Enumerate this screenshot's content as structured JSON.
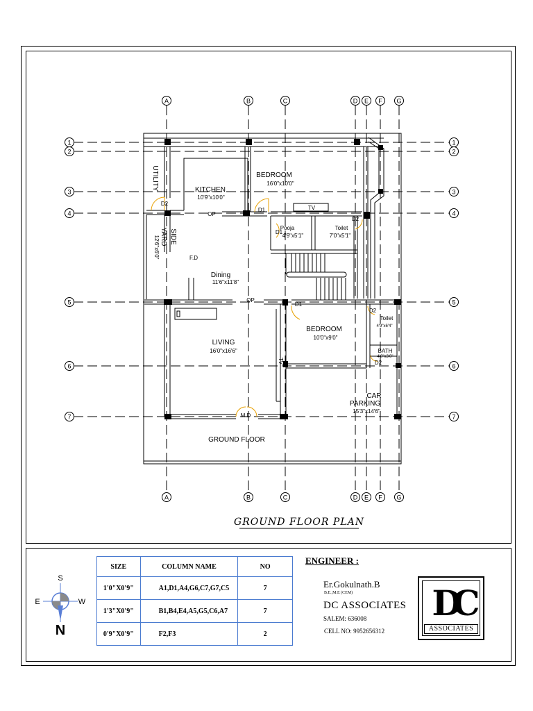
{
  "grid": {
    "columns": [
      "A",
      "B",
      "C",
      "D",
      "E",
      "F",
      "G"
    ],
    "rows": [
      "1",
      "2",
      "3",
      "4",
      "5",
      "6",
      "7"
    ]
  },
  "rooms": {
    "utility": "UTILITY",
    "kitchen": {
      "name": "KITCHEN",
      "size": "10'9\"x10'0\""
    },
    "bedroom1": {
      "name": "BEDROOM",
      "size": "16'0\"x10'0\""
    },
    "tv1": "TV",
    "pooja": {
      "name": "Pooja",
      "size": "4'9\"x5'1\""
    },
    "toilet1": {
      "name": "Toilet",
      "size": "7'0\"x5'1\""
    },
    "side_yard": {
      "name1": "SIDE",
      "name2": "YARD",
      "size": "12'6\"x6'0\""
    },
    "fd": "F.D",
    "dining": {
      "name": "Dining",
      "size": "11'6\"x11'8\""
    },
    "op1": "OP",
    "op2": "OP",
    "living": {
      "name": "LIVING",
      "size": "16'0\"x16'6\""
    },
    "bedroom2": {
      "name": "BEDROOM",
      "size": "10'0\"x9'0\""
    },
    "tv2": "TV",
    "toilet2": {
      "name": "Toilet",
      "size": "4'9\"x6'4\""
    },
    "bath": {
      "name": "BATH",
      "size": "4'0\"x3'0\""
    },
    "car_parking": {
      "name1": "CAR",
      "name2": "PARKING",
      "size": "15'3\"x14'6\""
    },
    "ground_floor": "GROUND FLOOR"
  },
  "doors": {
    "d1": "D1",
    "d2": "D2",
    "md": "M.D"
  },
  "plan_title": "GROUND FLOOR PLAN",
  "column_table": {
    "headers": [
      "SIZE",
      "COLUMN NAME",
      "NO"
    ],
    "rows": [
      {
        "size": "1'0\"X0'9\"",
        "names": "A1,D1,A4,G6,C7,G7,C5",
        "no": "7"
      },
      {
        "size": "1'3\"X0'9\"",
        "names": "B1,B4,E4,A5,G5,C6,A7",
        "no": "7"
      },
      {
        "size": "0'9\"X0'9\"",
        "names": "F2,F3",
        "no": "2"
      }
    ]
  },
  "compass": {
    "north": "N",
    "south": "S",
    "east": "E",
    "west": "W"
  },
  "engineer": {
    "heading": "ENGINEER :",
    "name": "Er.Gokulnath.B",
    "qualification": "B.E.,M.E (CEM)",
    "firm": "DC ASSOCIATES",
    "city": "SALEM: 636008",
    "cell": "CELL NO: 9952656312"
  },
  "logo": {
    "mark": "DC",
    "sub": "ASSOCIATES"
  },
  "colors": {
    "door_arc": "#e8a000",
    "table_border": "#4a7bd0",
    "compass": "#5a7fd6"
  }
}
